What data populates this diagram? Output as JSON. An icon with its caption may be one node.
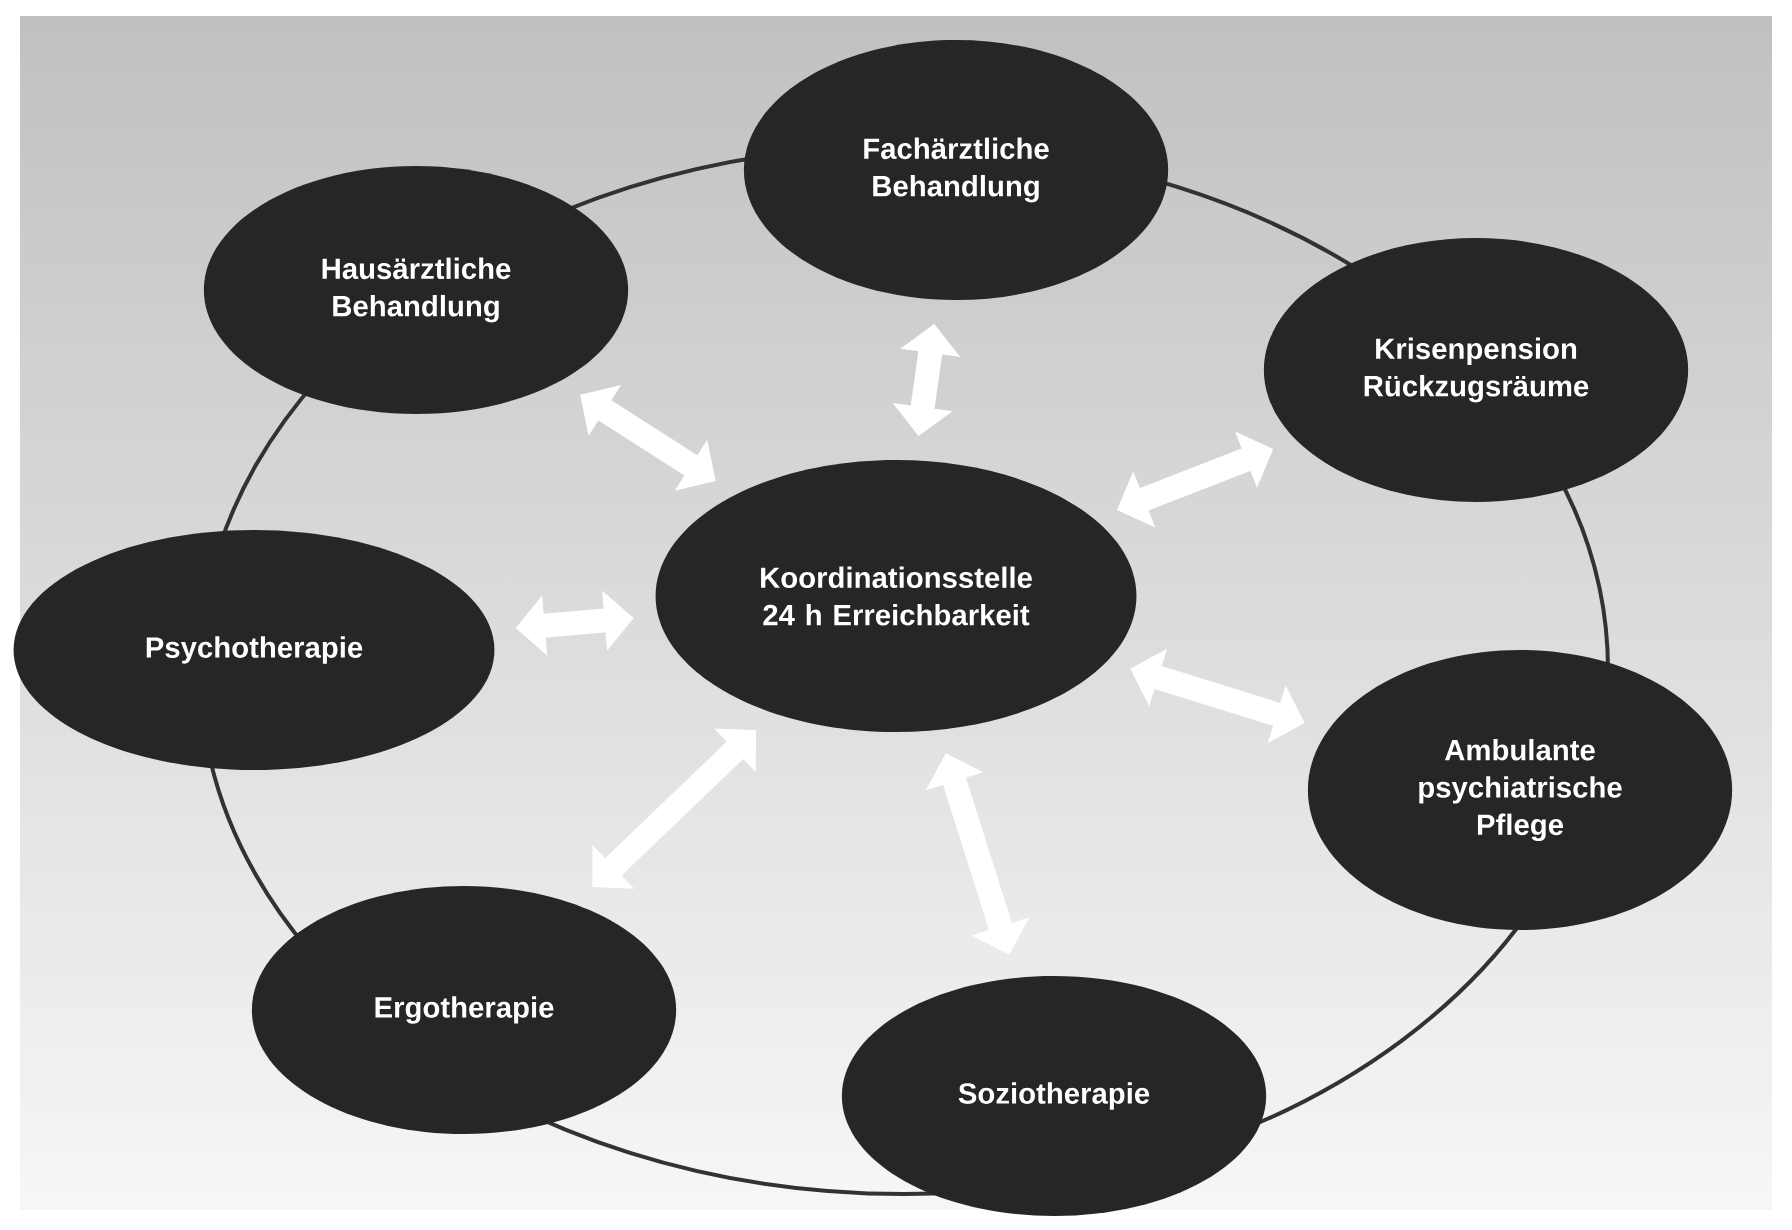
{
  "diagram": {
    "nodes": [
      {
        "text": [
          "Koordinationsstelle 24 h Erreichbarkeit"
        ]
      },
      {
        "text": [
          "Hausärztliche Behandlung"
        ]
      },
      {
        "text": [
          "Fachärztliche Behandlung"
        ]
      },
      {
        "text": [
          "Krisenpension Rückzugsräume"
        ]
      },
      {
        "text": [
          "Psychotherapie"
        ]
      },
      {
        "text": [
          "Ambulante psychiatrische Pflege"
        ]
      },
      {
        "text": [
          "Ergotherapie"
        ]
      },
      {
        "text": [
          "Soziotherapie"
        ]
      }
    ],
    "edges": [
      {
        "from": 0,
        "to": 1,
        "arrow": "both"
      },
      {
        "from": 0,
        "to": 2,
        "arrow": "both"
      },
      {
        "from": 0,
        "to": 3,
        "arrow": "both"
      },
      {
        "from": 0,
        "to": 4,
        "arrow": "both"
      },
      {
        "from": 0,
        "to": 5,
        "arrow": "both"
      },
      {
        "from": 0,
        "to": 6,
        "arrow": "both"
      },
      {
        "from": 0,
        "to": 7,
        "arrow": "both"
      }
    ]
  }
}
